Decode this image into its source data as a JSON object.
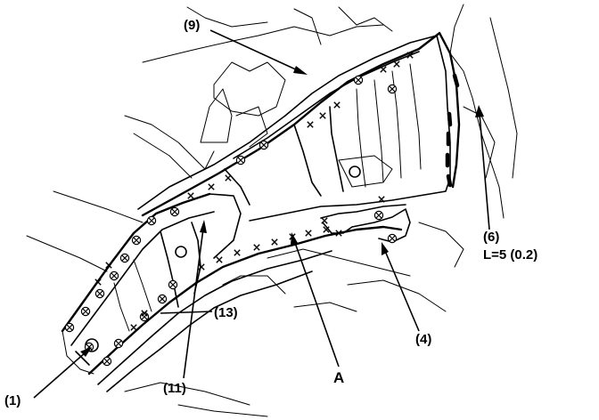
{
  "callouts": {
    "part_9": "(9)",
    "part_6": "(6)",
    "spec_6": "L=5 (0.2)",
    "part_4": "(4)",
    "part_13": "(13)",
    "part_11": "(11)",
    "part_1": "(1)",
    "view_a": "A"
  },
  "symbols": {
    "spot_weld_icon": "circled-cross",
    "plug_weld_icon": "x-mark",
    "mig_braze_icon": "black-dash-segment"
  }
}
